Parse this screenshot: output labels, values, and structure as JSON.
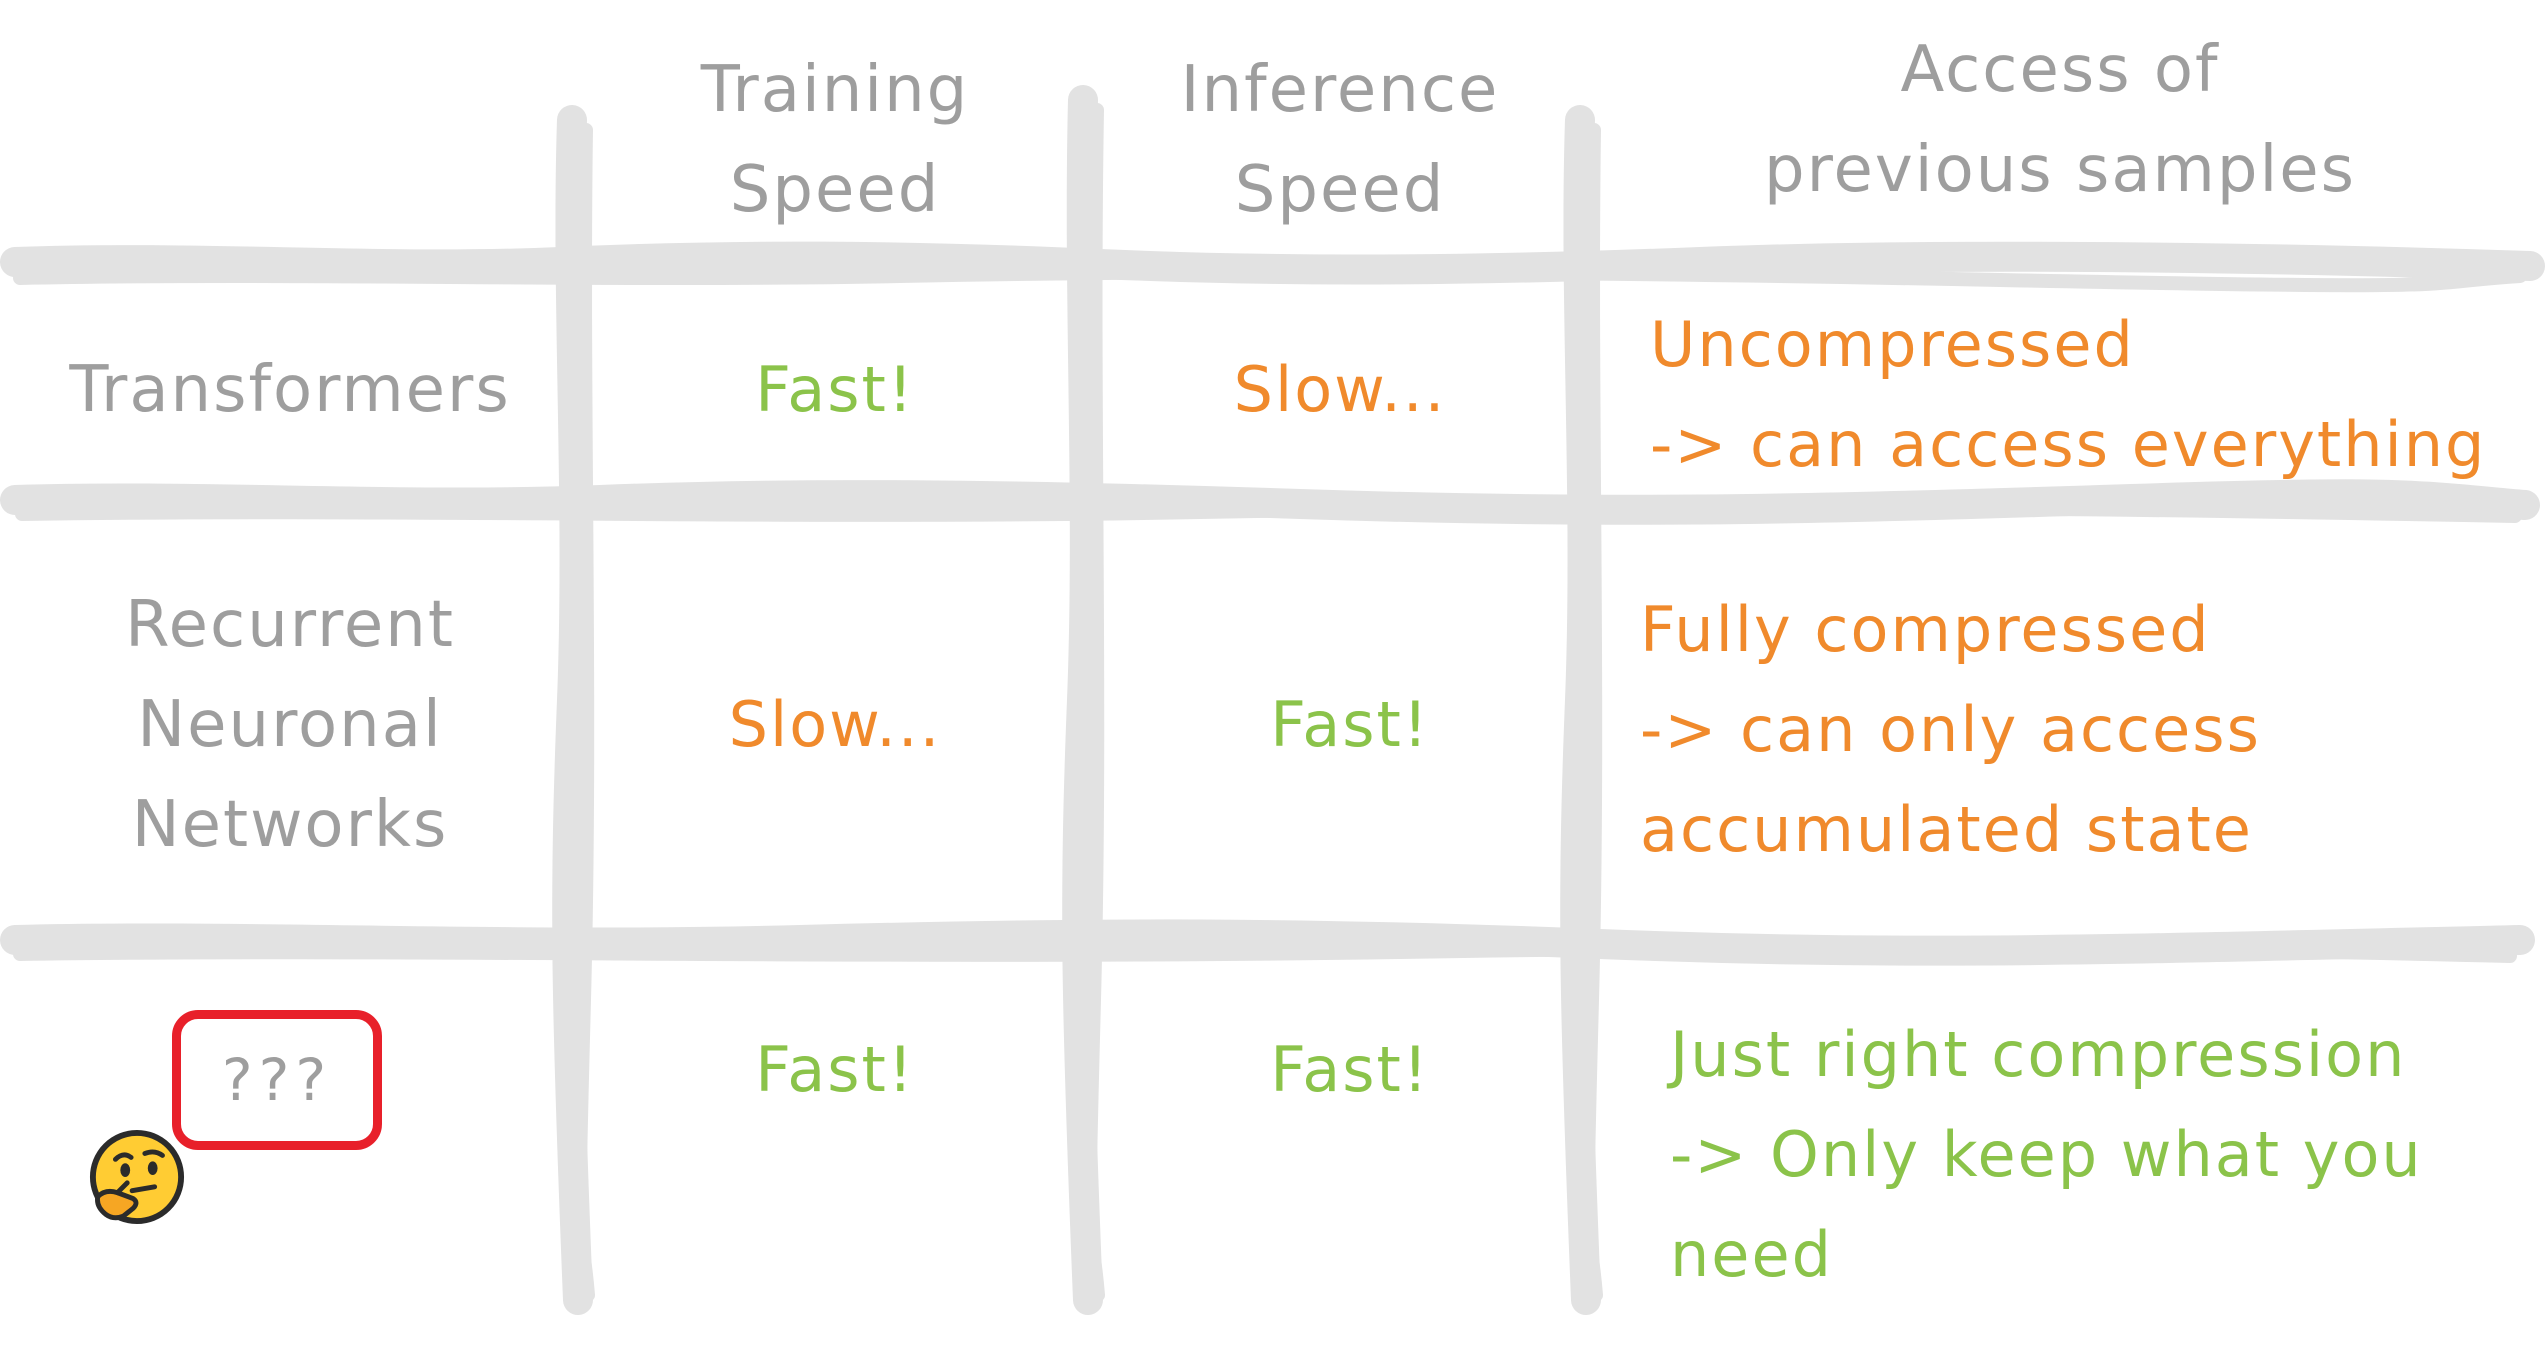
{
  "header": {
    "training_speed": [
      "Training",
      "Speed"
    ],
    "inference_speed": [
      "Inference",
      "Speed"
    ],
    "access": [
      "Access of",
      "previous samples"
    ]
  },
  "rows": [
    {
      "label": [
        "Transformers"
      ],
      "training": "Fast!",
      "inference": "Slow...",
      "access": [
        "Uncompressed",
        "-> can access everything"
      ]
    },
    {
      "label": [
        "Recurrent",
        "Neuronal",
        "Networks"
      ],
      "training": "Slow...",
      "inference": "Fast!",
      "access": [
        "Fully compressed",
        "-> can only access",
        "accumulated state"
      ]
    },
    {
      "label": [
        "???"
      ],
      "training": "Fast!",
      "inference": "Fast!",
      "access": [
        "Just right compression",
        "-> Only keep what you",
        "need"
      ]
    }
  ],
  "icons": {
    "thinking": "thinking-face-icon",
    "highlight": "red-rounded-box"
  },
  "colors": {
    "grid": "#e0e0e0",
    "header_text": "#9e9e9e",
    "fast": "#8bc34a",
    "slow": "#f08a2c",
    "highlight": "#e8202a"
  }
}
